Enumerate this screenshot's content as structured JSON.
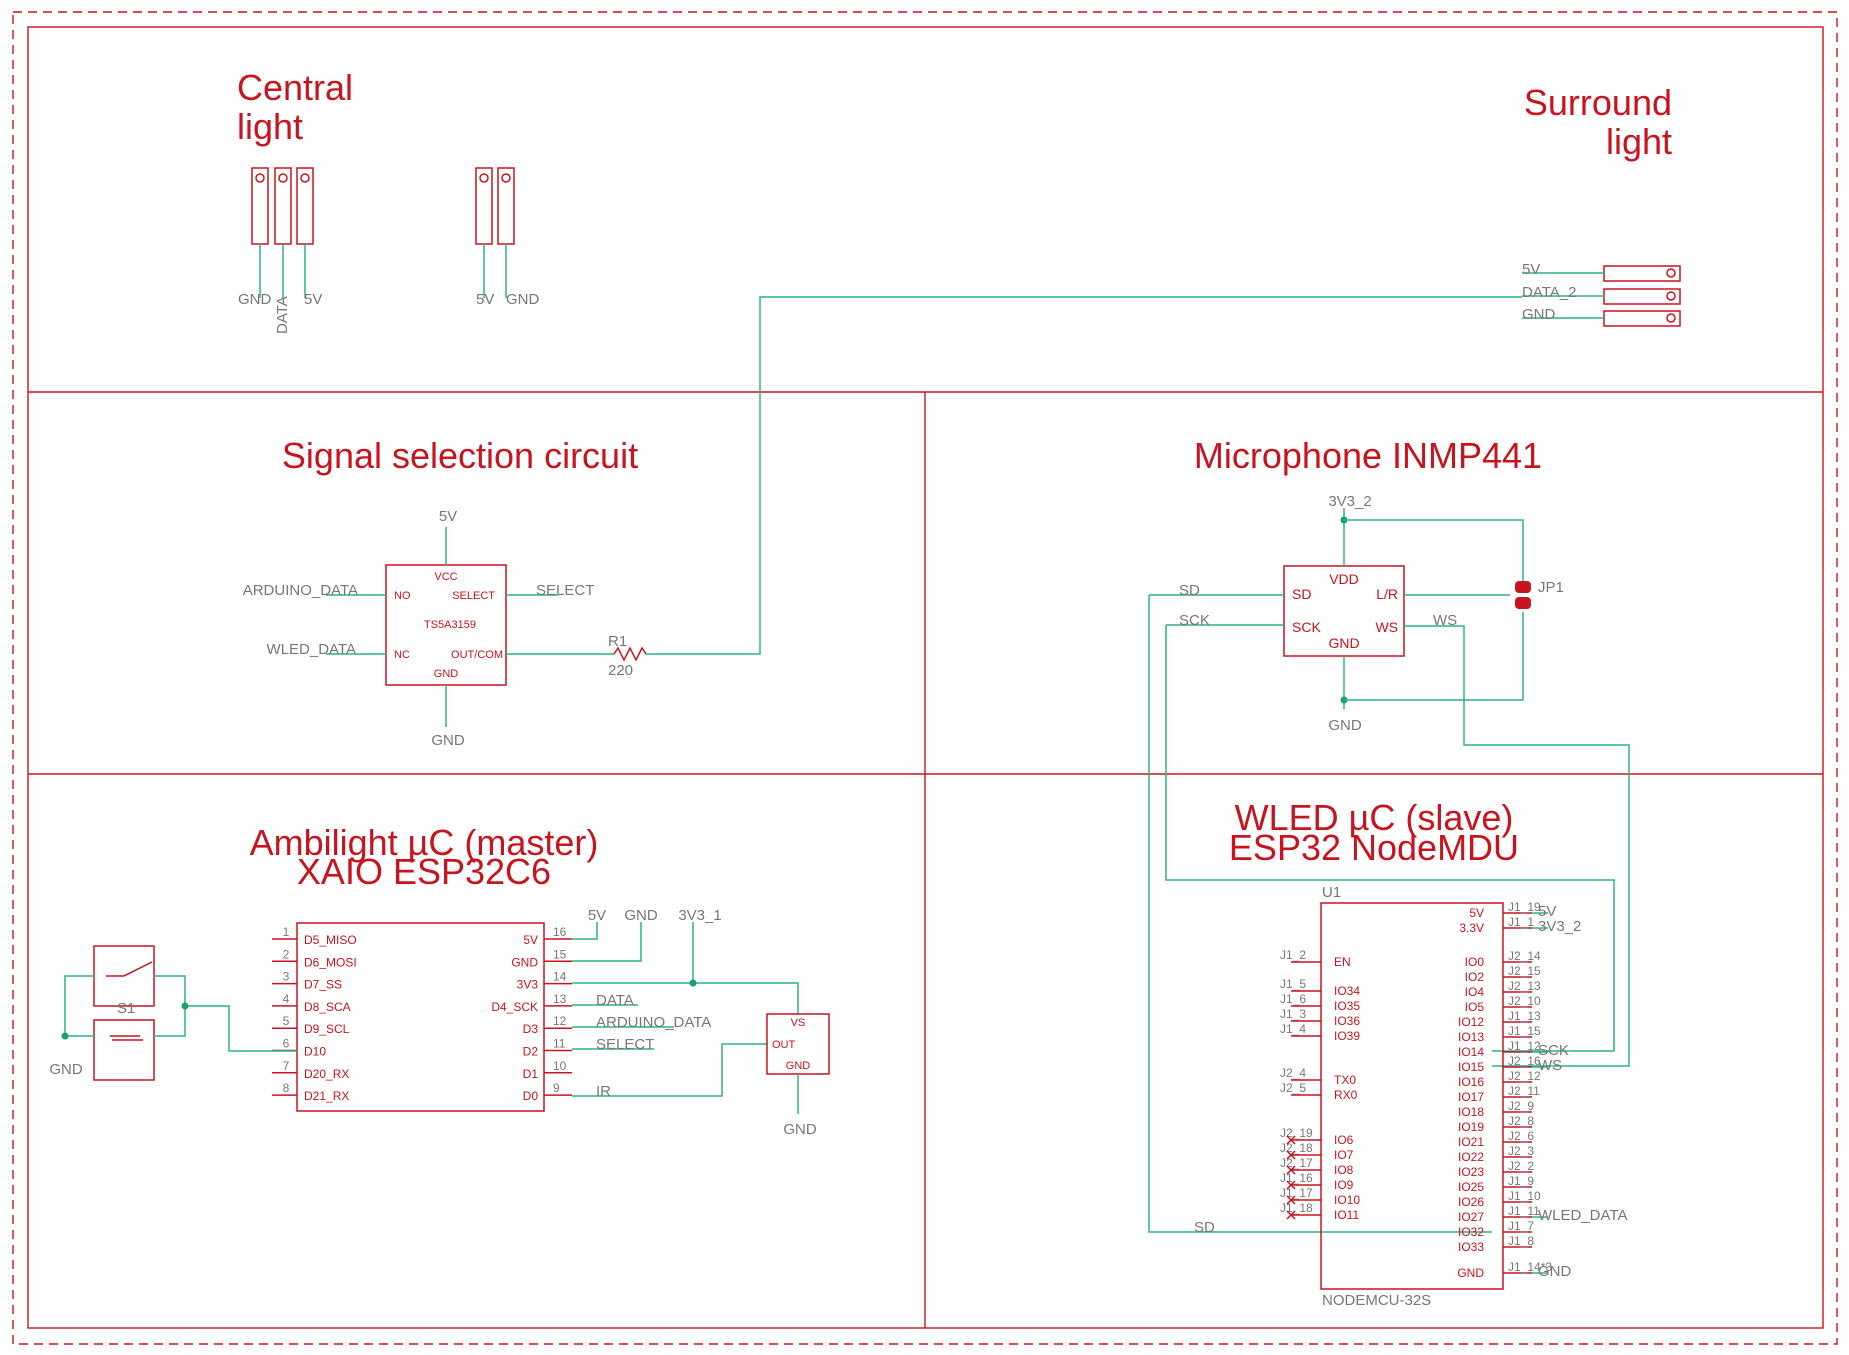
{
  "sections": {
    "central": [
      "Central",
      "light"
    ],
    "surround": [
      "Surround",
      "light"
    ],
    "signal": "Signal selection circuit",
    "mic": "Microphone INMP441",
    "master": [
      "Ambilight µC (master)",
      "XAIO ESP32C6"
    ],
    "slave": [
      "WLED µC (slave)",
      "ESP32 NodeMDU"
    ]
  },
  "central_light": {
    "connector_a_pins": [
      "GND",
      "DATA",
      "5V"
    ],
    "connector_b_pins": [
      "5V",
      "GND"
    ]
  },
  "surround_light": {
    "pins": [
      "5V",
      "DATA_2",
      "GND"
    ]
  },
  "ts5a3159": {
    "name": "TS5A3159",
    "pin_vcc": "VCC",
    "pin_no": "NO",
    "pin_select": "SELECT",
    "pin_nc": "NC",
    "pin_out": "OUT/COM",
    "pin_gnd": "GND",
    "net_top": "5V",
    "net_no": "ARDUINO_DATA",
    "net_nc": "WLED_DATA",
    "net_select": "SELECT",
    "net_bottom": "GND"
  },
  "resistor": {
    "name": "R1",
    "value": "220"
  },
  "inmp441": {
    "pin_vdd": "VDD",
    "pin_sd": "SD",
    "pin_sck": "SCK",
    "pin_lr": "L/R",
    "pin_ws": "WS",
    "pin_gnd": "GND",
    "net_top": "3V3_2",
    "net_sd": "SD",
    "net_sck": "SCK",
    "net_ws": "WS",
    "net_bottom": "GND",
    "jumper": "JP1"
  },
  "xiao": {
    "left_pins": [
      {
        "num": "1",
        "name": "D5_MISO"
      },
      {
        "num": "2",
        "name": "D6_MOSI"
      },
      {
        "num": "3",
        "name": "D7_SS"
      },
      {
        "num": "4",
        "name": "D8_SCA"
      },
      {
        "num": "5",
        "name": "D9_SCL"
      },
      {
        "num": "6",
        "name": "D10"
      },
      {
        "num": "7",
        "name": "D20_RX"
      },
      {
        "num": "8",
        "name": "D21_RX"
      }
    ],
    "right_pins": [
      {
        "num": "16",
        "name": "5V"
      },
      {
        "num": "15",
        "name": "GND"
      },
      {
        "num": "14",
        "name": "3V3"
      },
      {
        "num": "13",
        "name": "D4_SCK"
      },
      {
        "num": "12",
        "name": "D3"
      },
      {
        "num": "11",
        "name": "D2"
      },
      {
        "num": "10",
        "name": "D1"
      },
      {
        "num": "9",
        "name": "D0"
      }
    ],
    "nets": {
      "v5": "5V",
      "gnd": "GND",
      "v33": "3V3_1",
      "data": "DATA",
      "arduino": "ARDUINO_DATA",
      "select": "SELECT",
      "ir": "IR"
    }
  },
  "switch": {
    "name": "S1",
    "gnd": "GND"
  },
  "ir_receiver": {
    "vs": "VS",
    "out": "OUT",
    "gnd": "GND",
    "net_gnd": "GND"
  },
  "nodemcu": {
    "ref": "U1",
    "part": "NODEMCU-32S",
    "left_pins": [
      {
        "pad": "J1_2",
        "name": "EN",
        "nc": false
      },
      {
        "pad": "J1_5",
        "name": "IO34",
        "nc": false
      },
      {
        "pad": "J1_6",
        "name": "IO35",
        "nc": false
      },
      {
        "pad": "J1_3",
        "name": "IO36",
        "nc": false
      },
      {
        "pad": "J1_4",
        "name": "IO39",
        "nc": false
      },
      {
        "pad": "J2_4",
        "name": "TX0",
        "nc": false
      },
      {
        "pad": "J2_5",
        "name": "RX0",
        "nc": false
      },
      {
        "pad": "J2_19",
        "name": "IO6",
        "nc": true
      },
      {
        "pad": "J2_18",
        "name": "IO7",
        "nc": true
      },
      {
        "pad": "J2_17",
        "name": "IO8",
        "nc": true
      },
      {
        "pad": "J1_16",
        "name": "IO9",
        "nc": true
      },
      {
        "pad": "J1_17",
        "name": "IO10",
        "nc": true
      },
      {
        "pad": "J1_18",
        "name": "IO11",
        "nc": true
      }
    ],
    "right_pins": [
      {
        "name": "5V",
        "pad": "J1_19",
        "net": "5V"
      },
      {
        "name": "3.3V",
        "pad": "J1_1",
        "net": "3V3_2"
      },
      {
        "name": "IO0",
        "pad": "J2_14",
        "net": ""
      },
      {
        "name": "IO2",
        "pad": "J2_15",
        "net": ""
      },
      {
        "name": "IO4",
        "pad": "J2_13",
        "net": ""
      },
      {
        "name": "IO5",
        "pad": "J2_10",
        "net": ""
      },
      {
        "name": "IO12",
        "pad": "J1_13",
        "net": ""
      },
      {
        "name": "IO13",
        "pad": "J1_15",
        "net": ""
      },
      {
        "name": "IO14",
        "pad": "J1_12",
        "net": "SCK"
      },
      {
        "name": "IO15",
        "pad": "J2_16",
        "net": "WS"
      },
      {
        "name": "IO16",
        "pad": "J2_12",
        "net": ""
      },
      {
        "name": "IO17",
        "pad": "J2_11",
        "net": ""
      },
      {
        "name": "IO18",
        "pad": "J2_9",
        "net": ""
      },
      {
        "name": "IO19",
        "pad": "J2_8",
        "net": ""
      },
      {
        "name": "IO21",
        "pad": "J2_6",
        "net": ""
      },
      {
        "name": "IO22",
        "pad": "J2_3",
        "net": ""
      },
      {
        "name": "IO23",
        "pad": "J2_2",
        "net": ""
      },
      {
        "name": "IO25",
        "pad": "J1_9",
        "net": ""
      },
      {
        "name": "IO26",
        "pad": "J1_10",
        "net": ""
      },
      {
        "name": "IO27",
        "pad": "J1_11",
        "net": "WLED_DATA"
      },
      {
        "name": "IO32",
        "pad": "J1_7",
        "net": ""
      },
      {
        "name": "IO33",
        "pad": "J1_8",
        "net": ""
      },
      {
        "name": "GND",
        "pad": "J1_14*3",
        "net": "GND"
      }
    ],
    "sd_net": "SD"
  }
}
